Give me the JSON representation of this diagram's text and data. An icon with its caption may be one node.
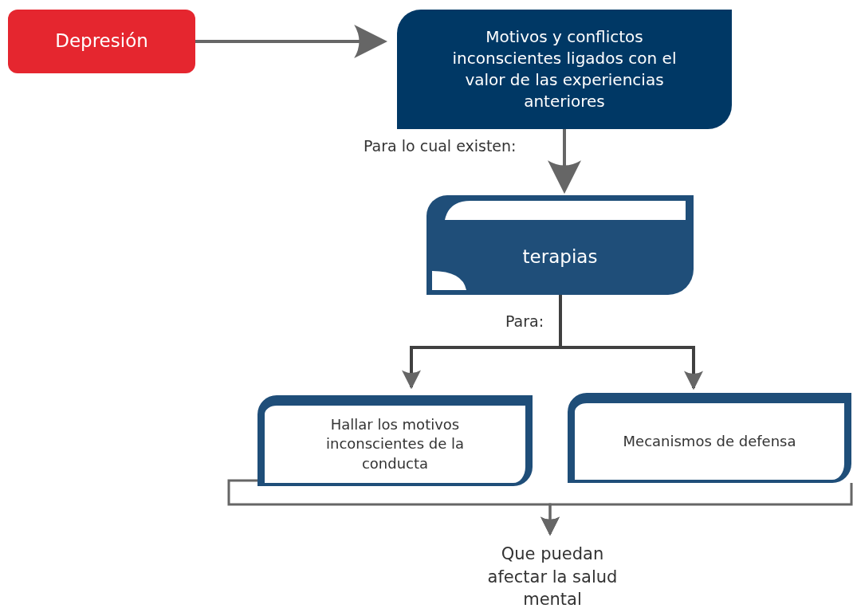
{
  "diagram": {
    "nodes": [
      {
        "text": [
          "Depresión"
        ]
      },
      {
        "text": [
          "Motivos y conflictos inconscientes ligados con el valor de las experiencias anteriores"
        ]
      },
      {
        "text": [
          "terapias"
        ]
      },
      {
        "text": [
          "Hallar los motivos inconscientes de la conducta"
        ]
      },
      {
        "text": [
          "Mecanismos de defensa"
        ]
      },
      {
        "text": [
          "Que puedan afectar la salud mental"
        ]
      }
    ],
    "edges": [
      {
        "from": 0,
        "to": 1,
        "arrow": "to"
      },
      {
        "from": 1,
        "to": 2,
        "arrow": "to",
        "label": "Para lo cual existen:"
      },
      {
        "from": 2,
        "to": 3,
        "arrow": "to",
        "label": "Para:",
        "color": "#404040"
      },
      {
        "from": 2,
        "to": 4,
        "arrow": "to",
        "color": "#404040"
      },
      {
        "from": 3,
        "to": 5,
        "arrow": "to"
      },
      {
        "from": 4,
        "to": 5,
        "arrow": "to"
      }
    ]
  }
}
